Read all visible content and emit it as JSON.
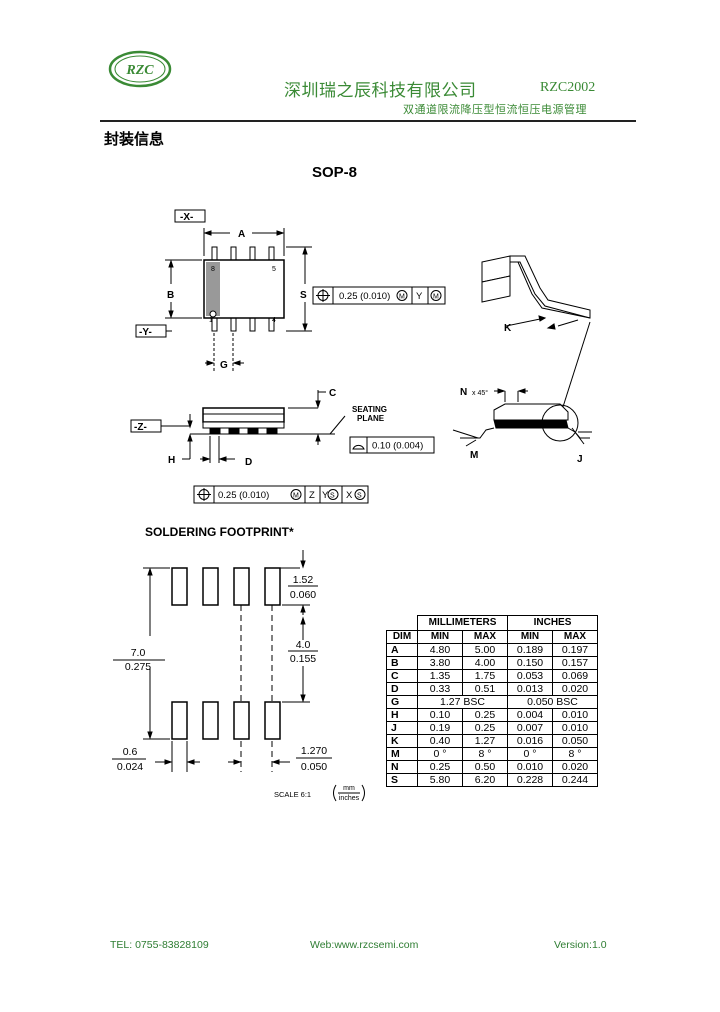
{
  "header": {
    "logo_text": "RZC",
    "company": "深圳瑞之辰科技有限公司",
    "part_number": "RZC2002",
    "subtitle": "双通道限流降压型恒流恒压电源管理"
  },
  "section_title": "封装信息",
  "package_title": "SOP-8",
  "drawing": {
    "datums": {
      "x": "-X-",
      "y": "-Y-",
      "z": "-Z-"
    },
    "dim_letters": {
      "a": "A",
      "b": "B",
      "s": "S",
      "g": "G",
      "c": "C",
      "h": "H",
      "d": "D",
      "k": "K",
      "n": "N",
      "m": "M",
      "j": "J"
    },
    "pin_labels": {
      "p8": "8",
      "p5": "5",
      "p4": "4",
      "p1": "1"
    },
    "n_angle": "x 45°",
    "tol1": {
      "value": "0.25 (0.010)",
      "mod": "M",
      "datum": "Y",
      "datum_mod": "M"
    },
    "seating": {
      "line1": "SEATING",
      "line2": "PLANE"
    },
    "flatness": {
      "value": "0.10 (0.004)"
    },
    "tol2": {
      "value": "0.25 (0.010)",
      "mod": "M",
      "d1": "Z",
      "d2": "Y",
      "d2mod": "S",
      "d3": "X",
      "d3mod": "S"
    }
  },
  "footprint": {
    "title": "SOLDERING FOOTPRINT*",
    "dim_1": {
      "mm": "1.52",
      "in": "0.060"
    },
    "dim_2": {
      "mm": "7.0",
      "in": "0.275"
    },
    "dim_3": {
      "mm": "4.0",
      "in": "0.155"
    },
    "dim_4": {
      "mm": "0.6",
      "in": "0.024"
    },
    "dim_5": {
      "mm": "1.270",
      "in": "0.050"
    },
    "scale": "SCALE 6:1",
    "unit_top": "mm",
    "unit_bottom": "inches"
  },
  "table": {
    "group_mm": "MILLIMETERS",
    "group_in": "INCHES",
    "col_dim": "DIM",
    "col_min": "MIN",
    "col_max": "MAX",
    "rows": [
      {
        "dim": "A",
        "mm_min": "4.80",
        "mm_max": "5.00",
        "in_min": "0.189",
        "in_max": "0.197"
      },
      {
        "dim": "B",
        "mm_min": "3.80",
        "mm_max": "4.00",
        "in_min": "0.150",
        "in_max": "0.157"
      },
      {
        "dim": "C",
        "mm_min": "1.35",
        "mm_max": "1.75",
        "in_min": "0.053",
        "in_max": "0.069"
      },
      {
        "dim": "D",
        "mm_min": "0.33",
        "mm_max": "0.51",
        "in_min": "0.013",
        "in_max": "0.020"
      },
      {
        "dim": "G",
        "mm_bsc": "1.27 BSC",
        "in_bsc": "0.050 BSC"
      },
      {
        "dim": "H",
        "mm_min": "0.10",
        "mm_max": "0.25",
        "in_min": "0.004",
        "in_max": "0.010"
      },
      {
        "dim": "J",
        "mm_min": "0.19",
        "mm_max": "0.25",
        "in_min": "0.007",
        "in_max": "0.010"
      },
      {
        "dim": "K",
        "mm_min": "0.40",
        "mm_max": "1.27",
        "in_min": "0.016",
        "in_max": "0.050"
      },
      {
        "dim": "M",
        "mm_min": "0 °",
        "mm_max": "8 °",
        "in_min": "0 °",
        "in_max": "8 °"
      },
      {
        "dim": "N",
        "mm_min": "0.25",
        "mm_max": "0.50",
        "in_min": "0.010",
        "in_max": "0.020"
      },
      {
        "dim": "S",
        "mm_min": "5.80",
        "mm_max": "6.20",
        "in_min": "0.228",
        "in_max": "0.244"
      }
    ]
  },
  "footer": {
    "tel": "TEL: 0755-83828109",
    "web": "Web:www.rzcsemi.com",
    "version": "Version:1.0"
  },
  "colors": {
    "brand_green": "#3a8a35",
    "footer_green": "#2e7d32"
  }
}
